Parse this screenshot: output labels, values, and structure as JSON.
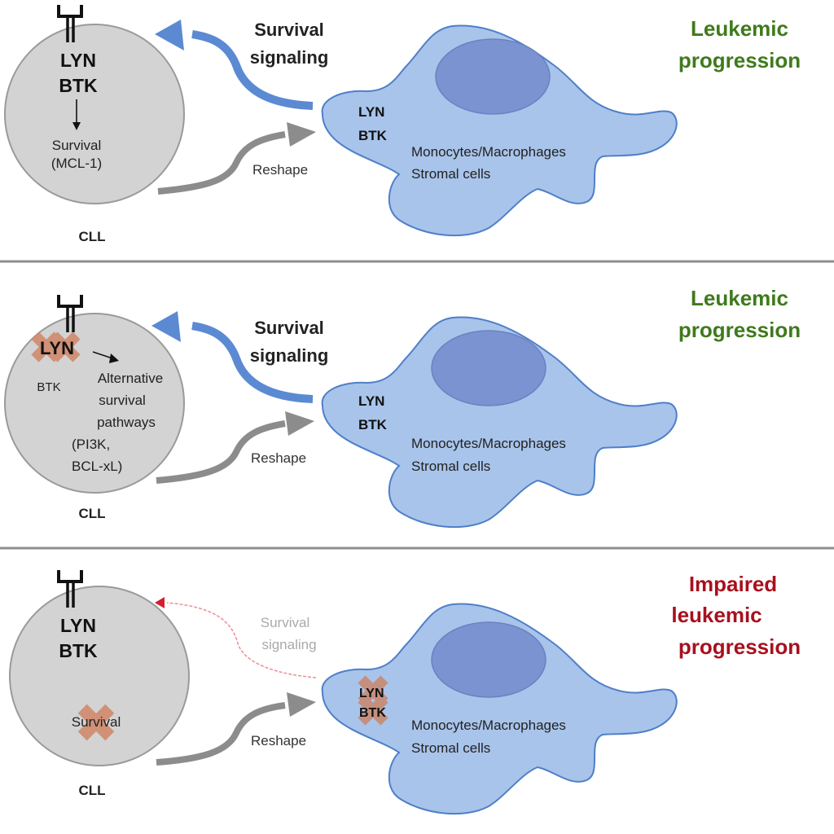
{
  "colors": {
    "cll_cell_fill": "#d3d3d3",
    "cll_cell_stroke": "#9a9a9a",
    "immune_cell_fill": "#a8c4ea",
    "immune_cell_stroke": "#4f7fc8",
    "nucleus_fill": "#7b93d0",
    "survival_arrow": "#5b8ad3",
    "reshape_arrow": "#8c8c8c",
    "weak_arrow": "#e8707a",
    "inhibition_x": "#d08a6e",
    "progression_green": "#3f7a1c",
    "impaired_red": "#a8101e",
    "divider": "#8e8e8e",
    "faded_text": "#a9a9a9"
  },
  "panels": [
    {
      "cll": {
        "label": "CLL",
        "kinase_1": "LYN",
        "kinase_2": "BTK",
        "outcome_line_1": "Survival",
        "outcome_line_2": "(MCL-1)",
        "lyn_inhibited": false,
        "survival_inhibited": false
      },
      "survival_signal": {
        "line_1": "Survival",
        "line_2": "signaling",
        "impaired": false
      },
      "reshape_label": "Reshape",
      "microenvironment": {
        "kinase_1": "LYN",
        "kinase_2": "BTK",
        "line_1": "Monocytes/Macrophages",
        "line_2": "Stromal cells",
        "inhibited": false
      },
      "outcome": {
        "lines": [
          "Leukemic",
          "progression"
        ],
        "status": "progression"
      }
    },
    {
      "cll": {
        "label": "CLL",
        "kinase_1": "LYN",
        "kinase_2": "BTK",
        "alt_lines": [
          "Alternative",
          "survival",
          "pathways",
          "(PI3K,",
          "BCL-xL)"
        ],
        "lyn_inhibited": true,
        "survival_inhibited": false
      },
      "survival_signal": {
        "line_1": "Survival",
        "line_2": "signaling",
        "impaired": false
      },
      "reshape_label": "Reshape",
      "microenvironment": {
        "kinase_1": "LYN",
        "kinase_2": "BTK",
        "line_1": "Monocytes/Macrophages",
        "line_2": "Stromal cells",
        "inhibited": false
      },
      "outcome": {
        "lines": [
          "Leukemic",
          "progression"
        ],
        "status": "progression"
      }
    },
    {
      "cll": {
        "label": "CLL",
        "kinase_1": "LYN",
        "kinase_2": "BTK",
        "outcome_line_1": "Survival",
        "lyn_inhibited": false,
        "survival_inhibited": true
      },
      "survival_signal": {
        "line_1": "Survival",
        "line_2": "signaling",
        "impaired": true
      },
      "reshape_label": "Reshape",
      "microenvironment": {
        "kinase_1": "LYN",
        "kinase_2": "BTK",
        "line_1": "Monocytes/Macrophages",
        "line_2": "Stromal cells",
        "inhibited": true
      },
      "outcome": {
        "lines": [
          "Impaired",
          "leukemic",
          "progression"
        ],
        "status": "impaired"
      }
    }
  ]
}
